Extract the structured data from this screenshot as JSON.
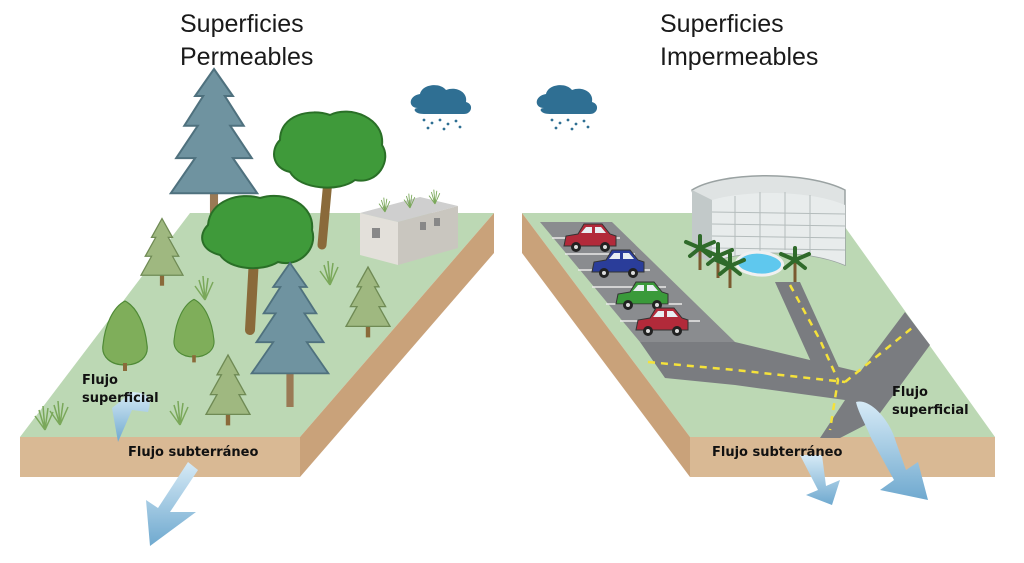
{
  "titles": {
    "permeable": [
      "Superficies",
      "Permeables"
    ],
    "impermeable": [
      "Superficies",
      "Impermeables"
    ]
  },
  "labels": {
    "surface_flow_left": [
      "Flujo",
      "superficial"
    ],
    "subsurface_flow_left": "Flujo subterráneo",
    "subsurface_flow_right": "Flujo subterráneo",
    "surface_flow_right": [
      "Flujo",
      "superficial"
    ]
  },
  "colors": {
    "ground_top": "#bcd8b4",
    "soil": "#d9b994",
    "soil_dark": "#c9a27a",
    "road": "#7a7c80",
    "road_line": "#f5e23a",
    "parking": "#8a8c8f",
    "water_arrow": "#8fc0de",
    "cloud": "#2f6f93",
    "pine": "#6f93a0",
    "deciduous": "#3f9a3a",
    "trunk": "#8a6a3a"
  },
  "icons": [
    "cloud-rain-icon",
    "pine-tree-icon",
    "deciduous-tree-icon",
    "car-icon",
    "palm-tree-icon",
    "pool-icon",
    "flow-arrow-icon"
  ]
}
